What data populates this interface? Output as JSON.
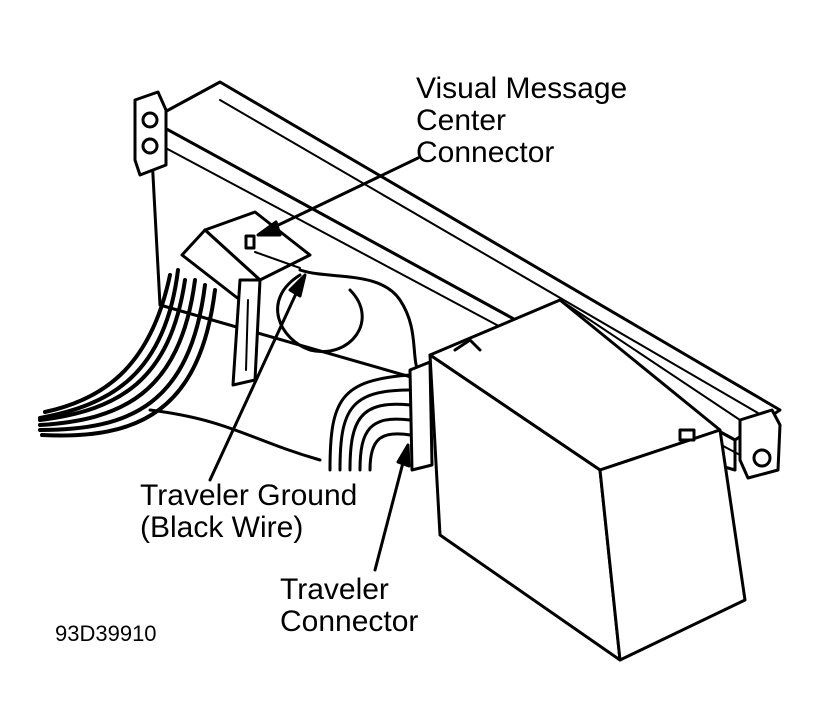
{
  "labels": {
    "visual_message_center_connector": [
      "Visual Message",
      "Center",
      "Connector"
    ],
    "traveler_ground": [
      "Traveler Ground",
      "(Black Wire)"
    ],
    "traveler_connector": [
      "Traveler",
      "Connector"
    ]
  },
  "figure_id": "93D39910",
  "colors": {
    "ink": "#000000",
    "paper": "#ffffff"
  }
}
